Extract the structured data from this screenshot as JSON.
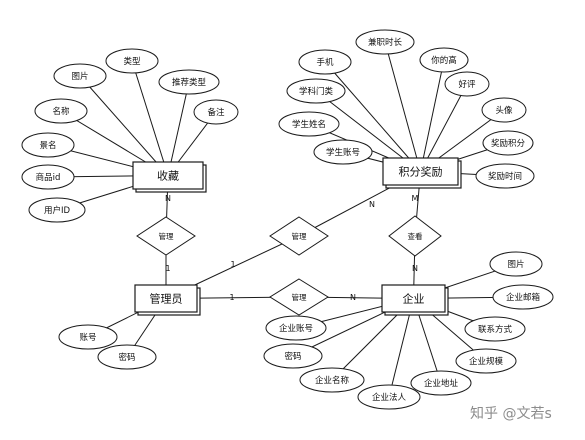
{
  "entities": [
    {
      "id": "collection",
      "name": "收藏"
    },
    {
      "id": "points",
      "name": "积分奖励"
    },
    {
      "id": "admin",
      "name": "管理员"
    },
    {
      "id": "company",
      "name": "企业"
    }
  ],
  "attributes": [
    {
      "id": "a-image",
      "label": "图片",
      "entity": "collection"
    },
    {
      "id": "a-type",
      "label": "类型",
      "entity": "collection"
    },
    {
      "id": "a-rectype",
      "label": "推荐类型",
      "entity": "collection"
    },
    {
      "id": "a-name",
      "label": "名称",
      "entity": "collection"
    },
    {
      "id": "a-note",
      "label": "备注",
      "entity": "collection"
    },
    {
      "id": "a-title",
      "label": "景名",
      "entity": "collection"
    },
    {
      "id": "a-goodsid",
      "label": "商品id",
      "entity": "collection"
    },
    {
      "id": "a-userid",
      "label": "用户ID",
      "entity": "collection"
    },
    {
      "id": "b-phone",
      "label": "手机",
      "entity": "points"
    },
    {
      "id": "b-parttime",
      "label": "兼职时长",
      "entity": "points"
    },
    {
      "id": "b-height",
      "label": "你的高",
      "entity": "points"
    },
    {
      "id": "b-dept",
      "label": "学科门类",
      "entity": "points"
    },
    {
      "id": "b-praise",
      "label": "好评",
      "entity": "points"
    },
    {
      "id": "b-sname",
      "label": "学生姓名",
      "entity": "points"
    },
    {
      "id": "b-avatar",
      "label": "头像",
      "entity": "points"
    },
    {
      "id": "b-sacct",
      "label": "学生账号",
      "entity": "points"
    },
    {
      "id": "b-rpoints",
      "label": "奖励积分",
      "entity": "points"
    },
    {
      "id": "b-rtime",
      "label": "奖励时间",
      "entity": "points"
    },
    {
      "id": "c-acct",
      "label": "账号",
      "entity": "admin"
    },
    {
      "id": "c-pwd",
      "label": "密码",
      "entity": "admin"
    },
    {
      "id": "d-image",
      "label": "图片",
      "entity": "company"
    },
    {
      "id": "d-email",
      "label": "企业邮箱",
      "entity": "company"
    },
    {
      "id": "d-acct",
      "label": "企业账号",
      "entity": "company"
    },
    {
      "id": "d-contact",
      "label": "联系方式",
      "entity": "company"
    },
    {
      "id": "d-pwd",
      "label": "密码",
      "entity": "company"
    },
    {
      "id": "d-scale",
      "label": "企业规模",
      "entity": "company"
    },
    {
      "id": "d-cname",
      "label": "企业名称",
      "entity": "company"
    },
    {
      "id": "d-addr",
      "label": "企业地址",
      "entity": "company"
    },
    {
      "id": "d-legal",
      "label": "企业法人",
      "entity": "company"
    }
  ],
  "relationships": [
    {
      "id": "r1",
      "label": "管理",
      "from": "admin",
      "to": "collection"
    },
    {
      "id": "r2",
      "label": "管理",
      "from": "admin",
      "to": "points"
    },
    {
      "id": "r3",
      "label": "管理",
      "from": "admin",
      "to": "company"
    },
    {
      "id": "r4",
      "label": "查看",
      "from": "company",
      "to": "points"
    }
  ],
  "cardinalities": [
    {
      "id": "k1",
      "label": "N",
      "rel": "r1",
      "side": "collection"
    },
    {
      "id": "k2",
      "label": "1",
      "rel": "r1",
      "side": "admin"
    },
    {
      "id": "k3",
      "label": "1",
      "rel": "r2",
      "side": "admin"
    },
    {
      "id": "k4",
      "label": "N",
      "rel": "r2",
      "side": "points"
    },
    {
      "id": "k5",
      "label": "1",
      "rel": "r3",
      "side": "admin"
    },
    {
      "id": "k6",
      "label": "N",
      "rel": "r3",
      "side": "company"
    },
    {
      "id": "k7",
      "label": "M",
      "rel": "r4",
      "side": "points"
    },
    {
      "id": "k8",
      "label": "N",
      "rel": "r4",
      "side": "company"
    }
  ],
  "watermark": "知乎 @文若s"
}
